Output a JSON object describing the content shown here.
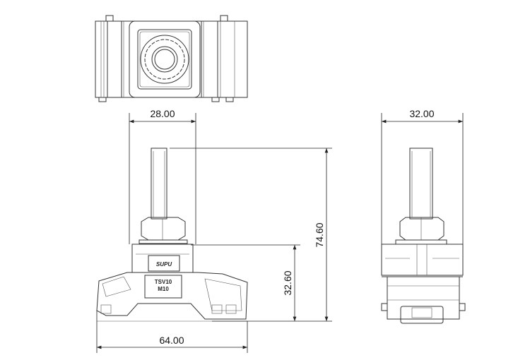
{
  "dimensions": {
    "width_front": "28.00",
    "width_side": "32.00",
    "total_height": "74.60",
    "body_height": "32.60",
    "base_width": "64.00"
  },
  "labels": {
    "brand": "SUPU",
    "model": "TSV10",
    "thread": "M10"
  }
}
